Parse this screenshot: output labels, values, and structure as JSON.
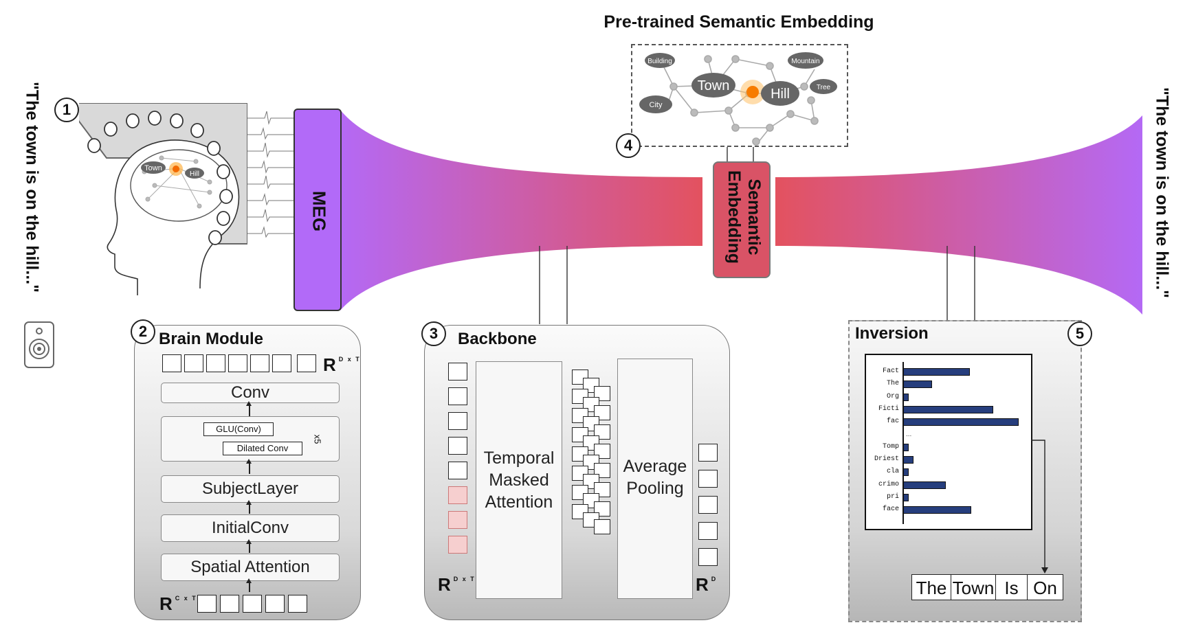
{
  "input_sentence": "\"The town is on the hill...\"",
  "output_sentence": "\"The town is on the hill...\"",
  "step_numbers": [
    "1",
    "2",
    "3",
    "4",
    "5"
  ],
  "meg_label": "MEG",
  "semantic_embedding_label": "Semantic Embedding",
  "pretrained_title": "Pre-trained Semantic Embedding",
  "brain_graph_words": [
    "Town",
    "Hill"
  ],
  "embedding_graph_words": [
    "Building",
    "Town",
    "Mountain",
    "City",
    "Hill",
    "Tree"
  ],
  "brain_module": {
    "title": "Brain Module",
    "output_dim": "R",
    "output_dim_sup": "D x T",
    "input_dim": "R",
    "input_dim_sup": "C x T",
    "conv": "Conv",
    "glu": "GLU(Conv)",
    "dilated": "Dilated Conv",
    "repeat": "x5",
    "subject_layer": "SubjectLayer",
    "initial_conv": "InitialConv",
    "spatial_attention": "Spatial Attention"
  },
  "backbone": {
    "title": "Backbone",
    "temporal": "Temporal Masked Attention",
    "pooling": "Average Pooling",
    "in_dim": "R",
    "in_dim_sup": "D x T",
    "out_dim": "R",
    "out_dim_sup": "D"
  },
  "inversion": {
    "title": "Inversion",
    "tokens": [
      "The",
      "Town",
      "Is",
      "On"
    ],
    "ellipsis": "...",
    "bars": [
      {
        "label": "Fact",
        "value": 0.58
      },
      {
        "label": "The",
        "value": 0.25
      },
      {
        "label": "Org",
        "value": 0.05
      },
      {
        "label": "Ficti",
        "value": 0.78
      },
      {
        "label": "fac",
        "value": 1.0
      },
      {
        "label": "Tomp",
        "value": 0.05
      },
      {
        "label": "Driest",
        "value": 0.09
      },
      {
        "label": "cla",
        "value": 0.05
      },
      {
        "label": "crimo",
        "value": 0.37
      },
      {
        "label": "pri",
        "value": 0.05
      },
      {
        "label": "face",
        "value": 0.59
      }
    ]
  },
  "colors": {
    "meg": "#b26af8",
    "funnel_left": "#b569f4",
    "funnel_mid": "#e0506a",
    "semantic_box": "#d95366",
    "bar": "#263e7d"
  }
}
